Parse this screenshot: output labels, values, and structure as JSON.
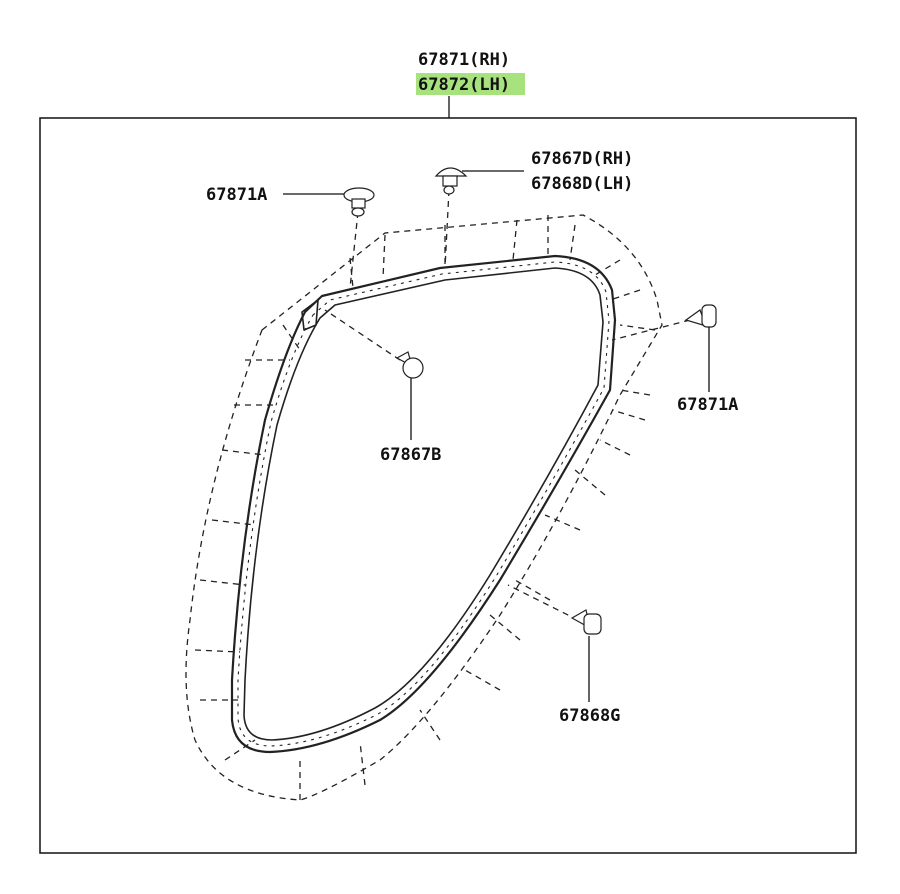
{
  "parts": {
    "main_rh": "67871(RH)",
    "main_lh": "67872(LH)",
    "clip_top_left": "67871A",
    "clip_top_right_rh": "67867D(RH)",
    "clip_top_right_lh": "67868D(LH)",
    "clip_right": "67871A",
    "clip_center": "67867B",
    "clip_lower_right": "67868G"
  },
  "colors": {
    "highlight": "#a8e27f",
    "line": "#222222",
    "frame": "#111111"
  }
}
